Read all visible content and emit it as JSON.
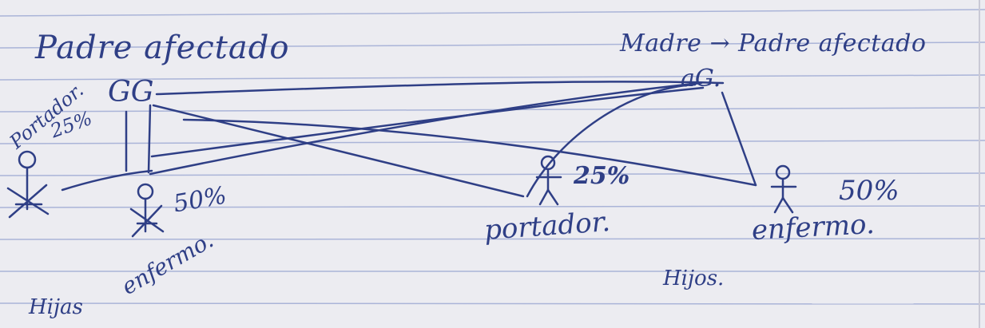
{
  "colors": {
    "paper": "#ececf1",
    "rule_line": "#aab4d8",
    "ink": "#2f3f86"
  },
  "left": {
    "title": "Padre afectado",
    "genotype": "GG",
    "carrier_label": "Portador.",
    "carrier_percent": "25%",
    "affected_percent": "50%",
    "affected_label": "enfermo.",
    "children_label": "Hijas"
  },
  "right": {
    "title": "Madre → Padre afectado",
    "genotype": "aG.",
    "carrier_percent": "25%",
    "carrier_label": "portador.",
    "affected_percent": "50%",
    "affected_label": "enfermo.",
    "children_label": "Hijos."
  }
}
